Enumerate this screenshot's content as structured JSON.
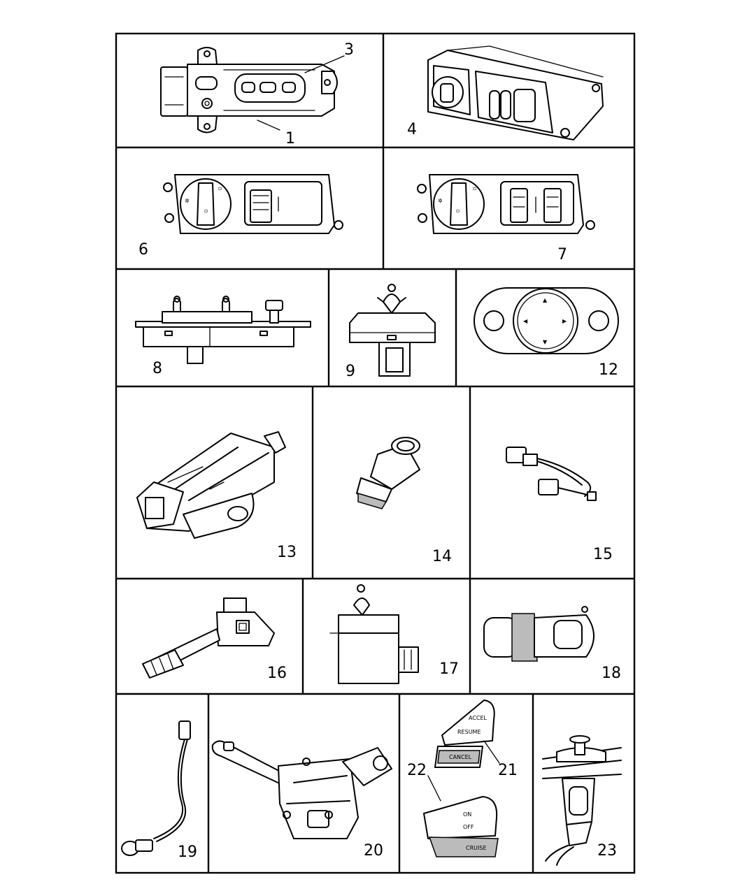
{
  "diagram": {
    "callouts": {
      "p1": "1",
      "p3": "3",
      "p4": "4",
      "p6": "6",
      "p7": "7",
      "p8": "8",
      "p9": "9",
      "p12": "12",
      "p13": "13",
      "p14": "14",
      "p15": "15",
      "p16": "16",
      "p17": "17",
      "p18": "18",
      "p19": "19",
      "p20": "20",
      "p21": "21",
      "p22": "22",
      "p23": "23"
    },
    "button_text": {
      "accel": "ACCEL",
      "resume": "RESUME",
      "cancel": "CANCEL",
      "on": "ON",
      "off": "OFF",
      "cruise": "CRUISE"
    }
  }
}
